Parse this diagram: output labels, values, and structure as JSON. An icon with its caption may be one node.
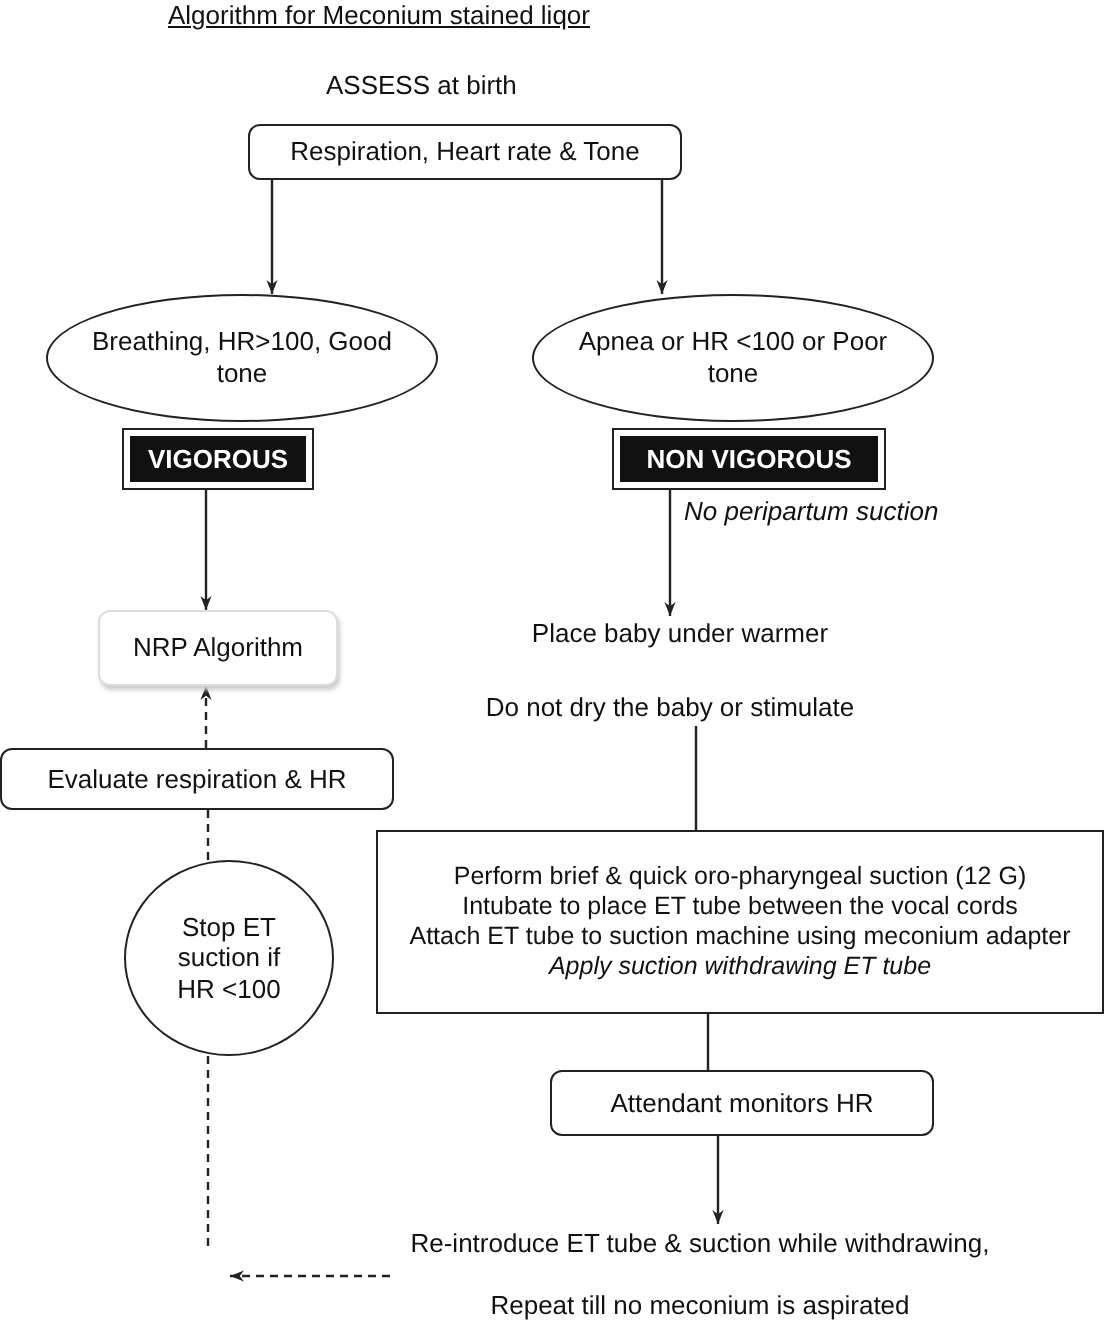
{
  "diagram": {
    "title": "Algorithm for Meconium stained liqor",
    "nodes": [
      {
        "text": [
          "Respiration, Heart rate & Tone"
        ]
      },
      {
        "text": [
          "Breathing, HR>100, Good tone"
        ]
      },
      {
        "text": [
          "Apnea or HR <100 or Poor tone"
        ]
      },
      {
        "text": [
          "VIGOROUS"
        ]
      },
      {
        "text": [
          "NON VIGOROUS"
        ],
        "beside": [
          "No peripartum suction"
        ]
      },
      {
        "text": [
          "NRP Algorithm"
        ]
      },
      {
        "text": [
          "Place baby under warmer"
        ]
      },
      {
        "text": [
          "Do not dry the baby or stimulate"
        ]
      },
      {
        "text": [
          "Perform brief & quick oro-pharyngeal suction (12 G)",
          "Intubate to place ET tube between the vocal cords",
          "Attach ET tube to suction machine using meconium adapter",
          "Apply suction withdrawing ET tube"
        ]
      },
      {
        "text": [
          "Attendant monitors HR"
        ]
      },
      {
        "text": [
          "Re-introduce ET tube & suction while withdrawing,",
          "Repeat till no meconium is aspirated"
        ]
      },
      {
        "text": [
          "Stop ET suction if HR <100"
        ]
      },
      {
        "text": [
          "Evaluate respiration & HR"
        ]
      }
    ],
    "edges": [
      {
        "from": 0,
        "to": 1,
        "arrow": "to"
      },
      {
        "from": 0,
        "to": 2,
        "arrow": "to"
      },
      {
        "from": 3,
        "to": 5,
        "arrow": "to"
      },
      {
        "from": 4,
        "to": 6,
        "arrow": "to"
      },
      {
        "from": 7,
        "to": 8,
        "arrow": "none"
      },
      {
        "from": 8,
        "to": 9,
        "arrow": "none"
      },
      {
        "from": 9,
        "to": 10,
        "arrow": "to"
      },
      {
        "from": 10,
        "to": null,
        "arrow": "to",
        "style": "dashed"
      },
      {
        "from": 11,
        "to": null,
        "arrow": "none",
        "style": "dashed"
      },
      {
        "from": 11,
        "to": 12,
        "arrow": "none",
        "style": "dashed"
      },
      {
        "from": 12,
        "to": 5,
        "arrow": "to",
        "style": "dashed"
      }
    ],
    "labels": [
      "ASSESS at birth"
    ]
  }
}
